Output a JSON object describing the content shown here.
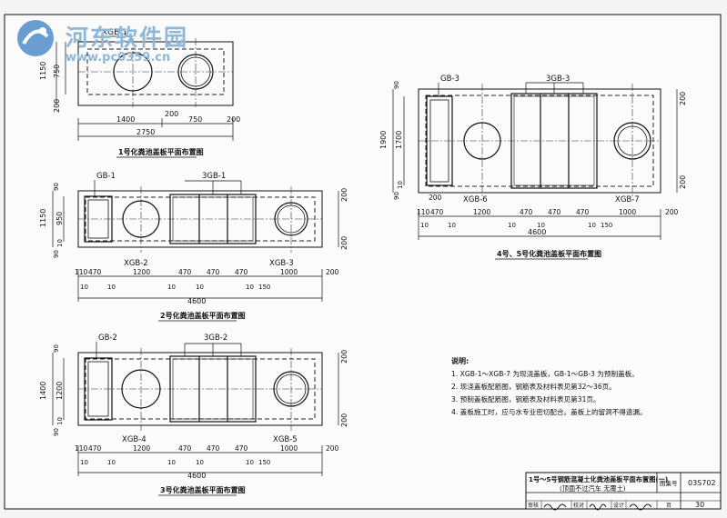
{
  "watermark": {
    "title": "河东软件园",
    "url": "www.pc0359.cn"
  },
  "plan1": {
    "label_xgb": "XGB-1",
    "dim_1150": "1150",
    "dim_750": "750",
    "dim_200a": "200",
    "dim_1400": "1400",
    "dim_200b": "200",
    "dim_750b": "750",
    "dim_200c": "200",
    "dim_2750": "2750",
    "caption": "1号化粪池盖板平面布置图"
  },
  "plan2": {
    "label_gb": "GB-1",
    "label_3gb": "3GB-1",
    "label_xgb2": "XGB-2",
    "label_xgb3": "XGB-3",
    "left_90a": "90",
    "left_1150": "1150",
    "left_950": "950",
    "left_10": "10",
    "left_90b": "90",
    "right_200a": "200",
    "right_200b": "200",
    "b_110": "110",
    "b_470a": "470",
    "b_1200": "1200",
    "b_470b": "470",
    "b_470c": "470",
    "b_470d": "470",
    "b_1000": "1000",
    "b_200": "200",
    "s_10a": "10",
    "s_10b": "10",
    "s_10c": "10",
    "s_10d": "10",
    "s_10e": "10",
    "s_150": "150",
    "total": "4600",
    "caption": "2号化粪池盖板平面布置图"
  },
  "plan3": {
    "label_gb": "GB-2",
    "label_3gb": "3GB-2",
    "label_xgb4": "XGB-4",
    "label_xgb5": "XGB-5",
    "left_90a": "90",
    "left_1400": "1400",
    "left_1200": "1200",
    "left_10": "10",
    "left_90b": "90",
    "right_200a": "200",
    "right_200b": "200",
    "b_110": "110",
    "b_470a": "470",
    "b_1200": "1200",
    "b_470b": "470",
    "b_470c": "470",
    "b_470d": "470",
    "b_1000": "1000",
    "b_200": "200",
    "s_10a": "10",
    "s_10b": "10",
    "s_10c": "10",
    "s_10d": "10",
    "s_10e": "10",
    "s_150": "150",
    "total": "4600",
    "caption": "3号化粪池盖板平面布置图"
  },
  "plan4": {
    "label_gb": "GB-3",
    "label_3gb": "3GB-3",
    "label_xgb6": "XGB-6",
    "label_xgb7": "XGB-7",
    "left_90a": "90",
    "left_1900": "1900",
    "left_1700": "1700",
    "left_10": "10",
    "left_90b": "90",
    "right_200a": "200",
    "right_200b": "200",
    "b_110": "110",
    "b_200": "200",
    "b_470a": "470",
    "b_1200": "1200",
    "b_470b": "470",
    "b_470c": "470",
    "b_470d": "470",
    "b_1000": "1000",
    "b_200r": "200",
    "s_10a": "10",
    "s_10b": "10",
    "s_10c": "10",
    "s_10d": "10",
    "s_10e": "10",
    "s_150": "150",
    "total": "4600",
    "caption": "4号、5号化粪池盖板平面布置图"
  },
  "notes": {
    "heading": "说明:",
    "items": [
      "1. XGB-1～XGB-7 为现浇盖板，GB-1～GB-3 为预制盖板。",
      "2. 现浇盖板配筋图，钢筋表及材料表见第32～36页。",
      "3. 预制盖板配筋图，钢筋表及材料表见第31页。",
      "4. 盖板施工时，应与水专业密切配合。盖板上的留洞不得遗漏。"
    ]
  },
  "title_block": {
    "title_line1": "1号～5号钢筋混凝土化粪池盖板平面布置图(一)",
    "title_line2": "(顶面不过汽车 无覆土)",
    "atlas_label": "图集号",
    "atlas_no": "03S702",
    "review_label": "审核",
    "check_label": "校对",
    "design_label": "设计",
    "page_label": "页",
    "page_no": "30"
  }
}
